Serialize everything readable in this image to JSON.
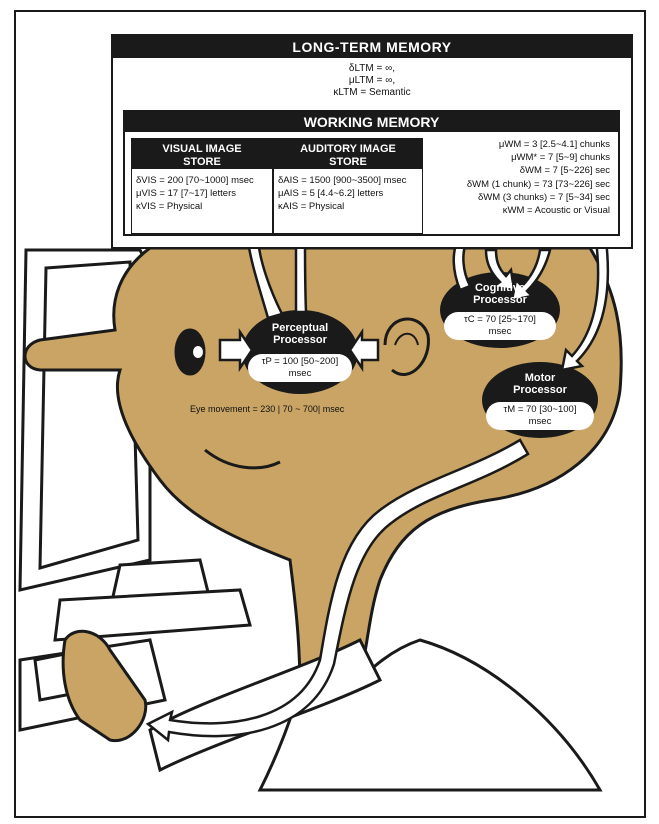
{
  "ltm": {
    "title": "LONG-TERM MEMORY",
    "params": [
      "δLTM = ∞,",
      "μLTM = ∞,",
      "κLTM = Semantic"
    ]
  },
  "wm": {
    "title": "WORKING MEMORY",
    "params": [
      "μWM = 3 [2.5~4.1] chunks",
      "μWM* = 7 [5~9] chunks",
      "δWM = 7 [5~226] sec",
      "δWM (1 chunk) = 73 [73~226] sec",
      "δWM (3 chunks) = 7 [5~34] sec",
      "κWM = Acoustic or Visual"
    ]
  },
  "vis": {
    "title_line1": "VISUAL IMAGE",
    "title_line2": "STORE",
    "params": [
      "δVIS = 200 [70~1000] msec",
      "μVIS = 17 [7~17] letters",
      "κVIS = Physical"
    ]
  },
  "ais": {
    "title_line1": "AUDITORY IMAGE",
    "title_line2": "STORE",
    "params": [
      "δAIS = 1500 [900~3500] msec",
      "μAIS = 5 [4.4~6.2] letters",
      "κAIS = Physical"
    ]
  },
  "perceptual": {
    "title_line1": "Perceptual",
    "title_line2": "Processor",
    "param_line1": "τP = 100 [50~200]",
    "param_line2": "msec"
  },
  "cognitive": {
    "title_line1": "Cognitive",
    "title_line2": "Processor",
    "param_line1": "τC = 70 [25~170]",
    "param_line2": "msec"
  },
  "motor": {
    "title_line1": "Motor",
    "title_line2": "Processor",
    "param_line1": "τM = 70 [30~100]",
    "param_line2": "msec"
  },
  "eye_movement": "Eye movement = 230 | 70 ~ 700| msec",
  "colors": {
    "head_fill": "#c9a464",
    "ink": "#1a1a1a",
    "paper": "#ffffff"
  }
}
